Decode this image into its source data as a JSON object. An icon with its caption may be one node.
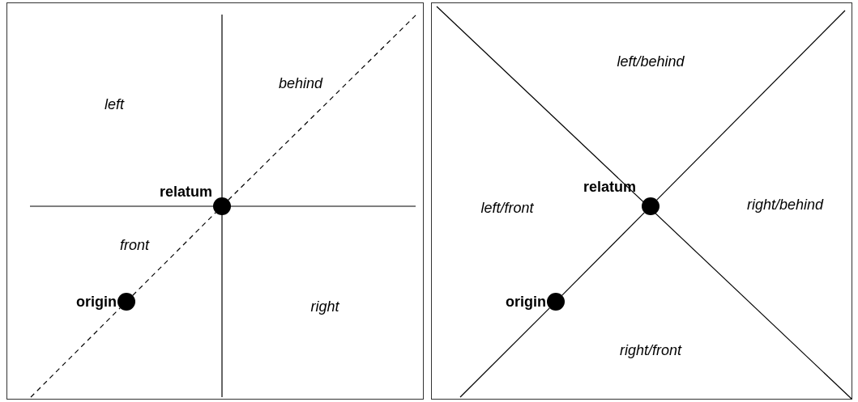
{
  "diagram": {
    "nodes": [
      {
        "text": [],
        "shape": "box"
      },
      {
        "text": [],
        "shape": "circle",
        "beside": [
          "relatum"
        ],
        "in": 0
      },
      {
        "text": [],
        "shape": "circle",
        "beside": [
          "origin"
        ],
        "in": 0
      },
      {
        "text": [],
        "shape": "box"
      },
      {
        "text": [],
        "shape": "circle",
        "beside": [
          "relatum"
        ],
        "in": 3
      },
      {
        "text": [],
        "shape": "circle",
        "beside": [
          "origin"
        ],
        "in": 3
      }
    ],
    "edges": [
      {
        "from": 2,
        "to": 1,
        "arrow": "none",
        "style": "dashed"
      },
      {
        "from": 5,
        "to": 4,
        "arrow": "none"
      }
    ],
    "labels": [
      "left",
      "behind",
      "front",
      "right",
      "left/behind",
      "left/front",
      "right/behind",
      "right/front"
    ]
  }
}
